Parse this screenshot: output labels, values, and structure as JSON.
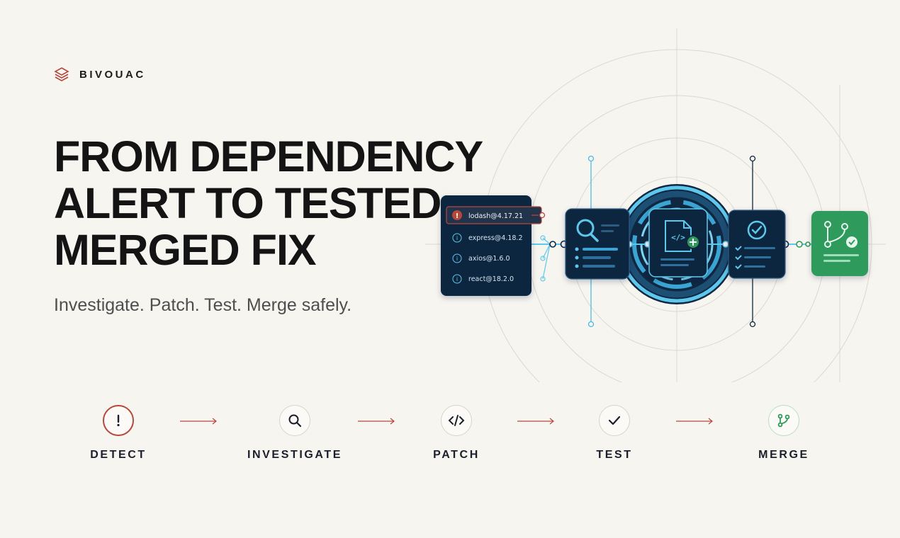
{
  "brand": {
    "name": "BIVOUAC",
    "icon": "layers-logo-icon",
    "color": "#b5473b"
  },
  "headline": {
    "lines": [
      "FROM DEPENDENCY",
      "ALERT TO TESTED,",
      "MERGED FIX"
    ]
  },
  "subtitle": "Investigate. Patch. Test. Merge safely.",
  "alerts": {
    "items": [
      {
        "label": "lodash@4.17.21",
        "status": "alert"
      },
      {
        "label": "express@4.18.2",
        "status": "info"
      },
      {
        "label": "axios@1.6.0",
        "status": "info"
      },
      {
        "label": "react@18.2.0",
        "status": "info"
      }
    ]
  },
  "pipeline_cards": [
    {
      "icon": "search-icon"
    },
    {
      "icon": "code-file-plus-icon"
    },
    {
      "icon": "checklist-icon"
    },
    {
      "icon": "git-merge-icon"
    }
  ],
  "steps": [
    {
      "label": "DETECT",
      "icon": "alert-icon"
    },
    {
      "label": "INVESTIGATE",
      "icon": "search-icon"
    },
    {
      "label": "PATCH",
      "icon": "code-icon"
    },
    {
      "label": "TEST",
      "icon": "check-icon"
    },
    {
      "label": "MERGE",
      "icon": "git-branch-icon"
    }
  ],
  "colors": {
    "background": "#f7f5f0",
    "navy": "#0f2740",
    "cyan": "#5ec8ec",
    "alert_red": "#b5473b",
    "merge_green": "#2f9a5c",
    "text_dark": "#141414"
  }
}
